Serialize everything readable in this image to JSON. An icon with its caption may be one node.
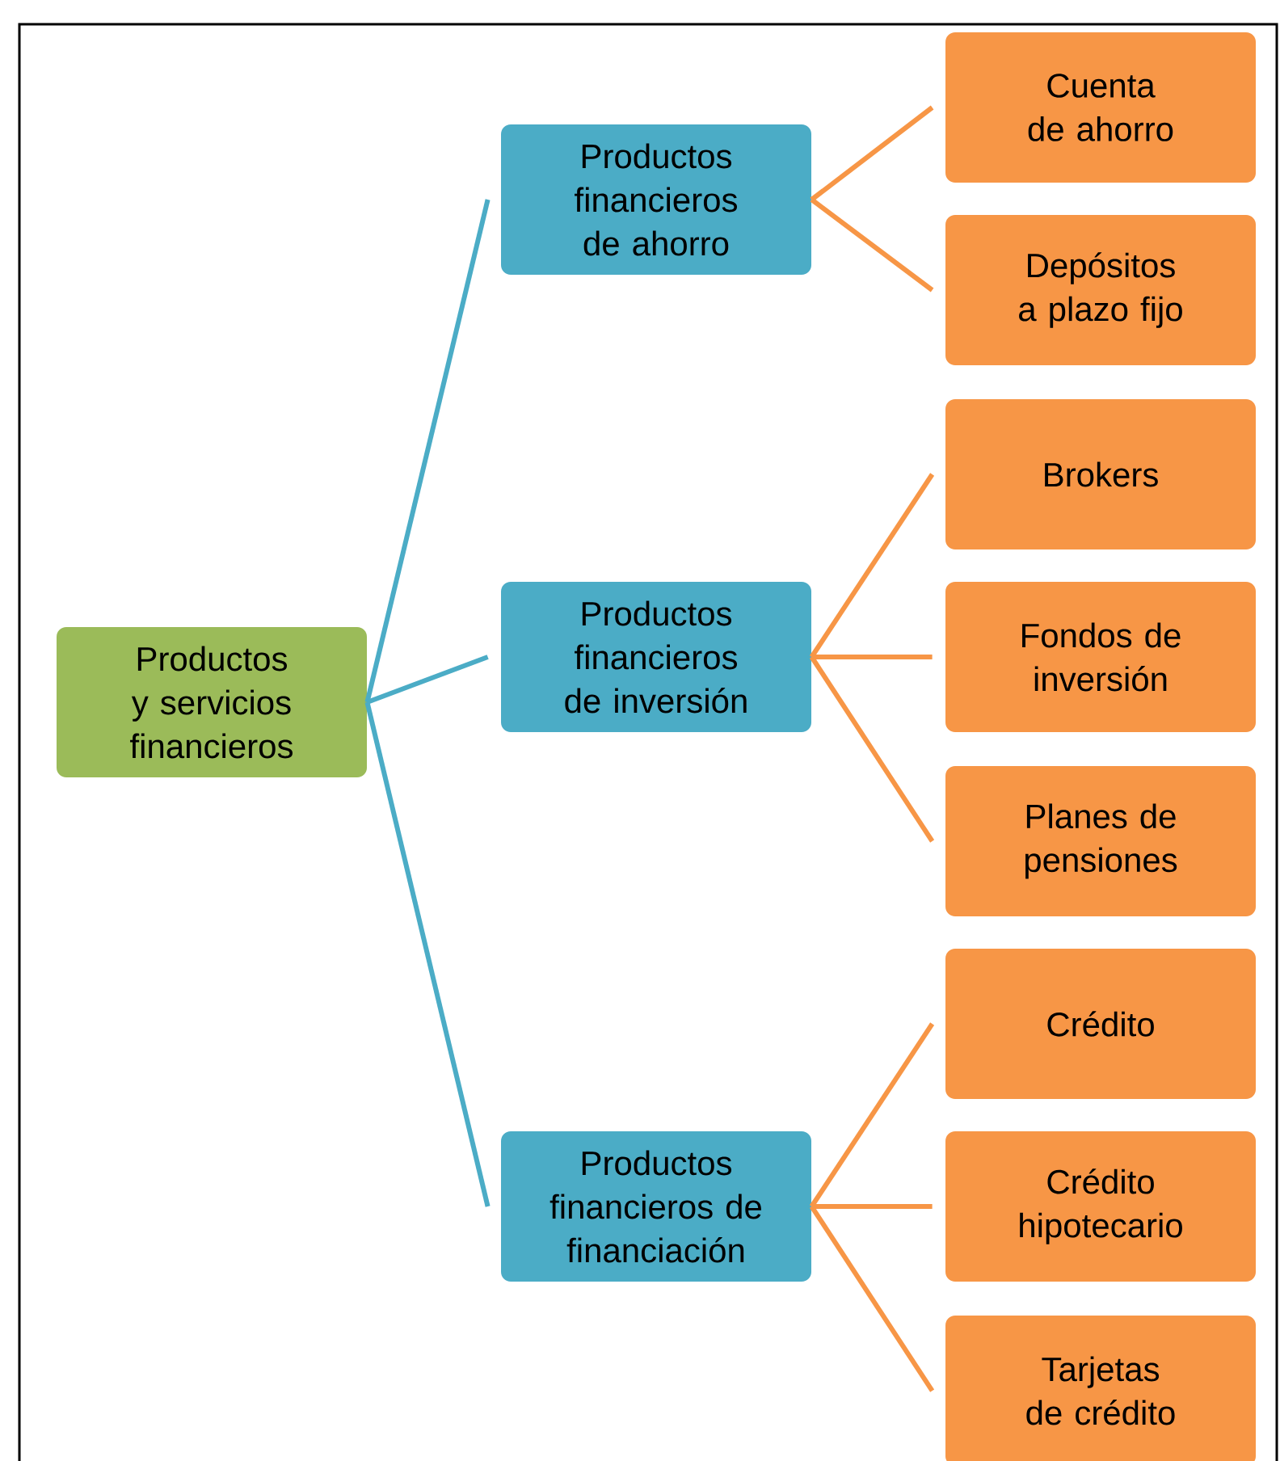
{
  "diagram": {
    "nodes": [
      {
        "text": [
          "Productos y servicios financieros"
        ]
      },
      {
        "text": [
          "Productos financieros de ahorro"
        ]
      },
      {
        "text": [
          "Cuenta de ahorro"
        ]
      },
      {
        "text": [
          "Depósitos a plazo fijo"
        ]
      },
      {
        "text": [
          "Productos financieros de inversión"
        ]
      },
      {
        "text": [
          "Brokers"
        ]
      },
      {
        "text": [
          "Fondos de inversión"
        ]
      },
      {
        "text": [
          "Planes de pensiones"
        ]
      },
      {
        "text": [
          "Productos financieros de financiación"
        ]
      },
      {
        "text": [
          "Crédito"
        ]
      },
      {
        "text": [
          "Crédito hipotecario"
        ]
      },
      {
        "text": [
          "Tarjetas de crédito"
        ]
      }
    ],
    "edges": [
      {
        "from": 0,
        "to": 1,
        "arrow": "none",
        "color": "#4bacc6"
      },
      {
        "from": 0,
        "to": 4,
        "arrow": "none",
        "color": "#4bacc6"
      },
      {
        "from": 0,
        "to": 8,
        "arrow": "none",
        "color": "#4bacc6"
      },
      {
        "from": 1,
        "to": 2,
        "arrow": "none"
      },
      {
        "from": 1,
        "to": 3,
        "arrow": "none"
      },
      {
        "from": 4,
        "to": 5,
        "arrow": "none"
      },
      {
        "from": 4,
        "to": 6,
        "arrow": "none"
      },
      {
        "from": 4,
        "to": 7,
        "arrow": "none"
      },
      {
        "from": 8,
        "to": 9,
        "arrow": "none"
      },
      {
        "from": 8,
        "to": 10,
        "arrow": "none"
      },
      {
        "from": 8,
        "to": 11,
        "arrow": "none"
      }
    ]
  }
}
